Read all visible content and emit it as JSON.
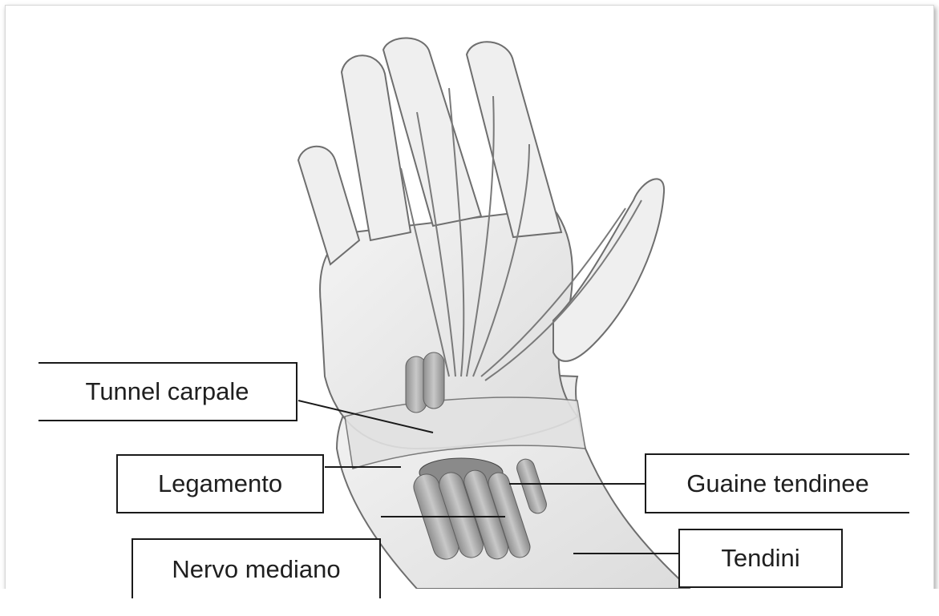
{
  "labels": {
    "tunnel_carpale": "Tunnel carpale",
    "legamento": "Legamento",
    "nervo_mediano": "Nervo mediano",
    "guaine_tendinee": "Guaine tendinee",
    "tendini": "Tendini"
  },
  "colors": {
    "outline": "#6e6e6e",
    "skin": "#ececec",
    "tendon": "#a9a9a9",
    "label_border": "#1a1a1a",
    "text": "#1f1f1f"
  }
}
